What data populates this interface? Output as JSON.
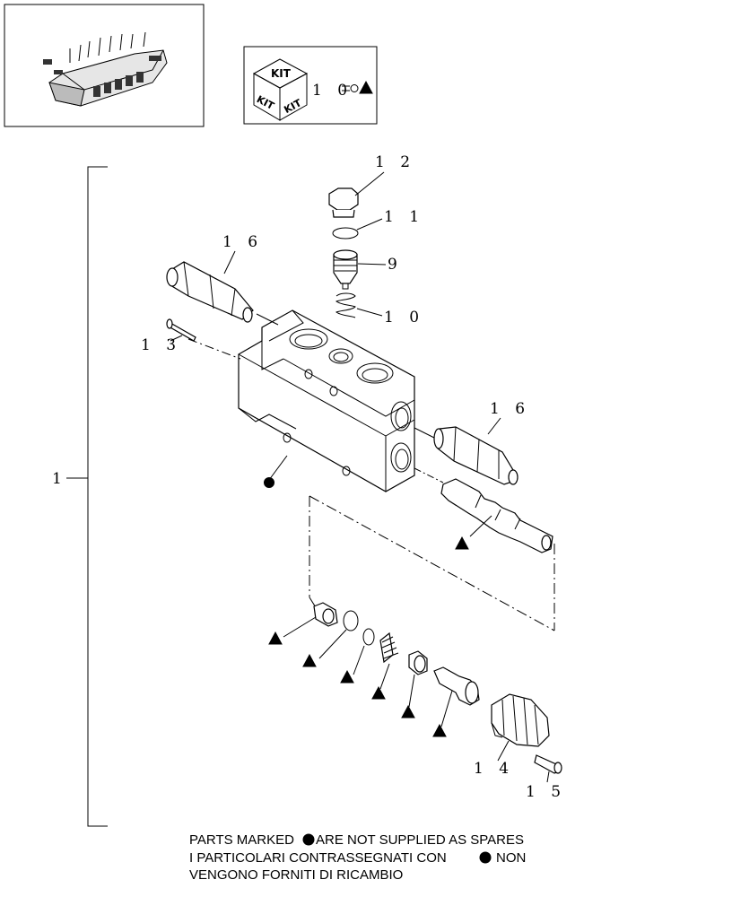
{
  "callouts": {
    "c1": "1",
    "c9": "9",
    "c10": "1 0",
    "c11": "1 1",
    "c12": "1 2",
    "c13": "1 3",
    "c14": "1 4",
    "c15": "1 5",
    "c16a": "1 6",
    "c16b": "1 6"
  },
  "kit": {
    "label": "KIT",
    "kit_ref": "1 0"
  },
  "legend": {
    "line1": "PARTS MARKED",
    "line1_rest": "ARE NOT SUPPLIED AS SPARES",
    "line2": "I PARTICOLARI  CONTRASSEGNATI  CON",
    "line2_rest": "NON",
    "line3": "VENGONO FORNITI DI RICAMBIO"
  },
  "symbols": {
    "not_supplied": "filled-circle",
    "kit_member": "filled-triangle"
  }
}
